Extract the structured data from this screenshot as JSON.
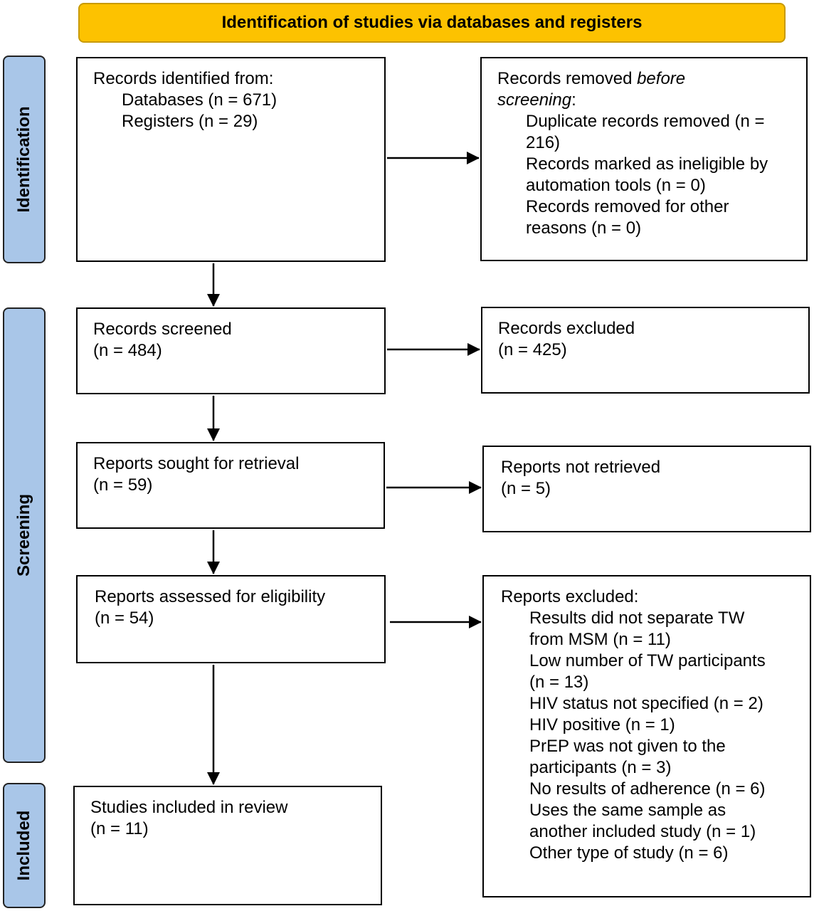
{
  "header": {
    "title": "Identification of studies via databases and registers"
  },
  "phases": {
    "identification": "Identification",
    "screening": "Screening",
    "included": "Included"
  },
  "boxes": {
    "records_identified": {
      "title": "Records identified from:",
      "items": [
        "Databases (n = 671)",
        "Registers (n = 29)"
      ]
    },
    "records_removed": {
      "title_prefix": "Records removed ",
      "title_emph": "before screening",
      "title_suffix": ":",
      "items": [
        "Duplicate records removed (n =",
        "216)",
        "Records marked as ineligible by",
        "automation tools (n = 0)",
        "Records removed for other",
        "reasons (n = 0)"
      ]
    },
    "records_screened": {
      "title": "Records screened",
      "count": "(n = 484)"
    },
    "records_excluded": {
      "title": "Records excluded",
      "count": "(n = 425)"
    },
    "reports_sought": {
      "title": "Reports sought for retrieval",
      "count": "(n = 59)"
    },
    "reports_not_retrieved": {
      "title": "Reports not retrieved",
      "count": "(n = 5)"
    },
    "reports_assessed": {
      "title": "Reports assessed for eligibility",
      "count": "(n = 54)"
    },
    "reports_excluded": {
      "title": "Reports excluded:",
      "items": [
        "Results did not separate TW",
        "from MSM (n = 11)",
        "Low number of TW participants",
        "(n = 13)",
        "HIV status not specified (n = 2)",
        "HIV positive (n = 1)",
        "PrEP was not given to the",
        "participants (n = 3)",
        "No results of adherence (n = 6)",
        "Uses the same sample as",
        "another included study (n = 1)",
        "Other type of study (n = 6)"
      ]
    },
    "studies_included": {
      "title": "Studies included in review",
      "count": "(n = 11)"
    }
  },
  "colors": {
    "header_fill": "#fdc200",
    "phase_fill": "#a9c6e8",
    "border": "#000000"
  }
}
